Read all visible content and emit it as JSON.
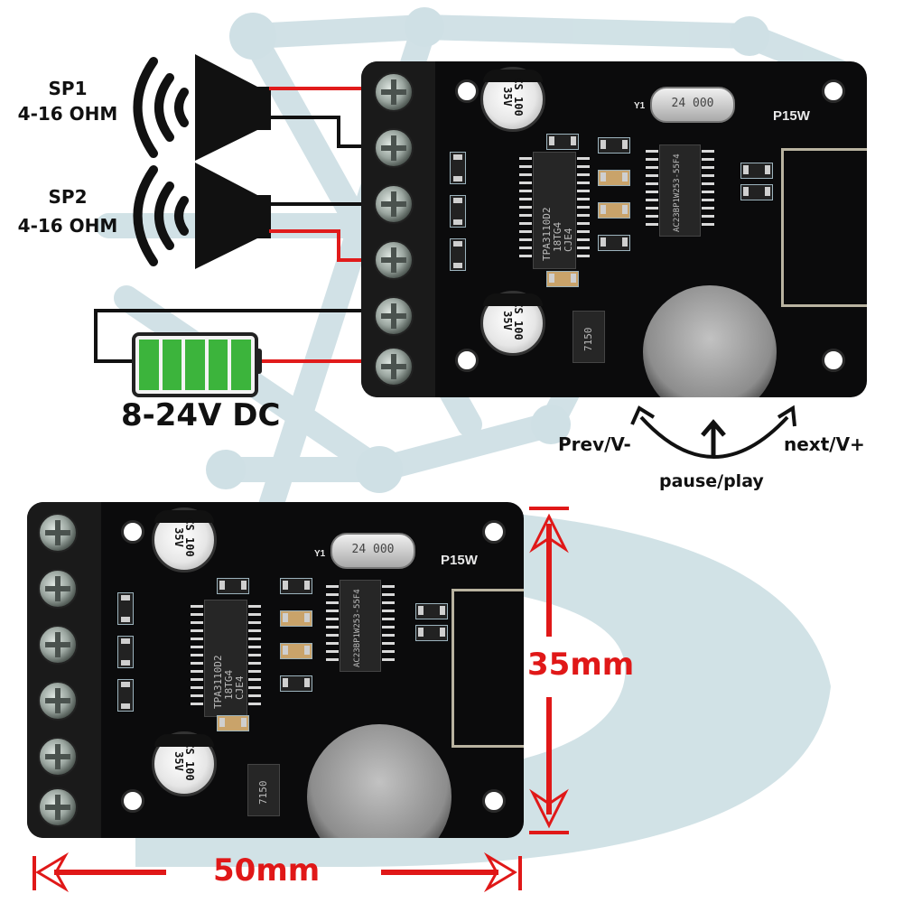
{
  "title": "P15W Bluetooth amplifier board wiring and dimensions",
  "colors": {
    "watermark": "#cfe0e5",
    "pcb": "#0b0b0c",
    "wire_positive": "#e11b1b",
    "wire_negative": "#111111",
    "battery_fill": "#3cb43c",
    "dimension": "#e01818"
  },
  "speakers": [
    {
      "name": "SP1",
      "impedance": "4-16 OHM"
    },
    {
      "name": "SP2",
      "impedance": "4-16 OHM"
    }
  ],
  "power": {
    "label": "8-24V DC",
    "battery_cells": 5
  },
  "controls": {
    "left": "Prev/V-",
    "center": "pause/play",
    "right": "next/V+"
  },
  "board": {
    "model_label": "P15W",
    "amp_ic": [
      "TPA3110D2",
      "18TG4",
      "CJE4"
    ],
    "bt_ic": [
      "AC23BP1W253-55F4"
    ],
    "crystal": "24 000",
    "crystal_ref": "Y1",
    "capacitors": [
      {
        "lines": [
          "CS",
          "100",
          "35V"
        ]
      },
      {
        "lines": [
          "CS",
          "100",
          "35V"
        ]
      }
    ],
    "regulator": "7150",
    "terminal_count": 6
  },
  "dimensions": {
    "height": "35mm",
    "width": "50mm"
  }
}
